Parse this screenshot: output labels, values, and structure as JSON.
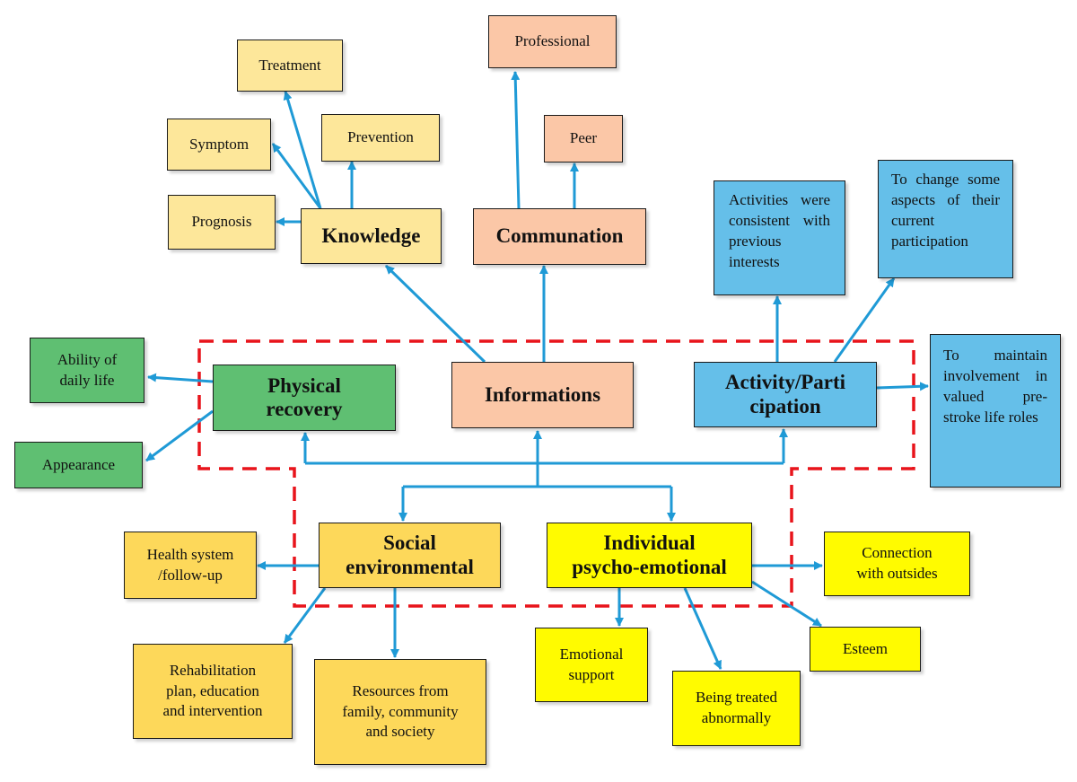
{
  "colors": {
    "arrow": "#1f9ad6",
    "dashed_region": "#e8141b",
    "knowledge": "#fde79a",
    "communication": "#fbc7a7",
    "activity": "#65bfe9",
    "physical": "#5fbf72",
    "social": "#fdd85a",
    "individual": "#fffb00"
  },
  "nodes": {
    "treatment": "Treatment",
    "symptom": "Symptom",
    "prevention": "Prevention",
    "prognosis": "Prognosis",
    "knowledge": "Knowledge",
    "professional": "Professional",
    "peer": "Peer",
    "communation": "Communation",
    "activities_consistent": "Activities were consistent with previous interests",
    "change_aspects": "To change some aspects of their current participation",
    "maintain_involvement": "To maintain involvement in valued pre-stroke life roles",
    "ability_daily_life": "Ability of\ndaily life",
    "appearance": "Appearance",
    "physical_recovery": "Physical\nrecovery",
    "informations": "Informations",
    "activity_participation": "Activity/Parti\ncipation",
    "social_environmental": "Social\nenvironmental",
    "individual_psycho": "Individual\npsycho-emotional",
    "health_system": "Health system\n/follow-up",
    "connection_outsides": "Connection\nwith outsides",
    "rehabilitation": "Rehabilitation\nplan, education\nand intervention",
    "resources": "Resources from\nfamily, community\nand society",
    "emotional_support": "Emotional\nsupport",
    "being_treated": "Being treated\nabnormally",
    "esteem": "Esteem"
  }
}
